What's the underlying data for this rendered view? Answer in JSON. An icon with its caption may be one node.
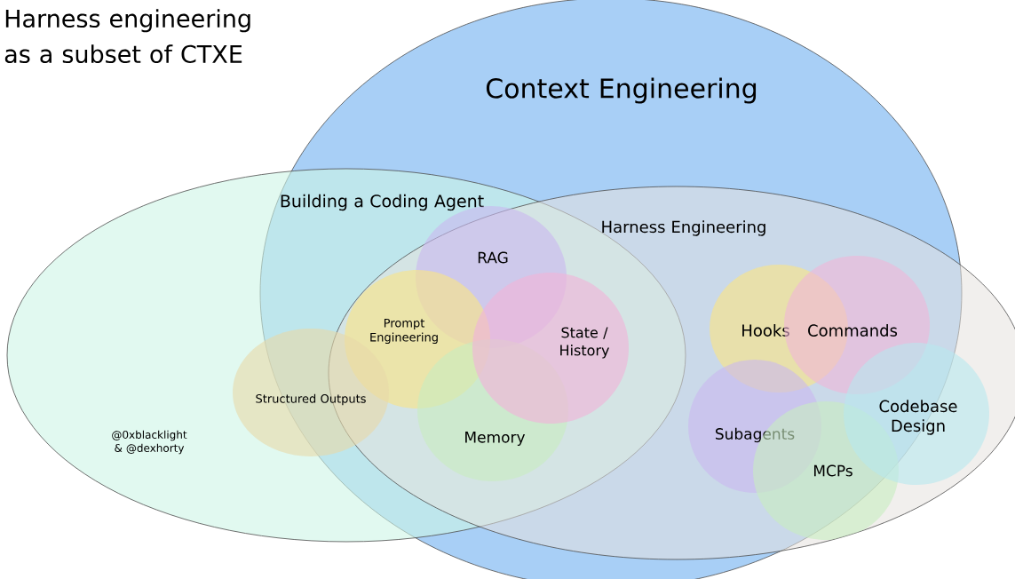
{
  "diagram": {
    "title": "Harness engineering as a subset of CTXE",
    "nodes": [
      {
        "text": [
          "Context Engineering"
        ]
      },
      {
        "text": [
          "Building a Coding Agent"
        ]
      },
      {
        "text": [
          "Harness Engineering"
        ]
      },
      {
        "text": [
          "RAG"
        ]
      },
      {
        "text": [
          "Prompt Engineering"
        ]
      },
      {
        "text": [
          "State / History"
        ]
      },
      {
        "text": [
          "Structured Outputs"
        ],
        "in": 1
      },
      {
        "text": [
          "Memory"
        ]
      },
      {
        "text": [
          "Hooks"
        ],
        "in": 2
      },
      {
        "text": [
          "Commands"
        ],
        "in": 2
      },
      {
        "text": [
          "Subagents"
        ],
        "in": 2
      },
      {
        "text": [
          "MCPs"
        ],
        "in": 2
      },
      {
        "text": [
          "Codebase Design"
        ],
        "in": 2
      }
    ],
    "labels": [
      "@0xblacklight & @dexhorty"
    ]
  }
}
